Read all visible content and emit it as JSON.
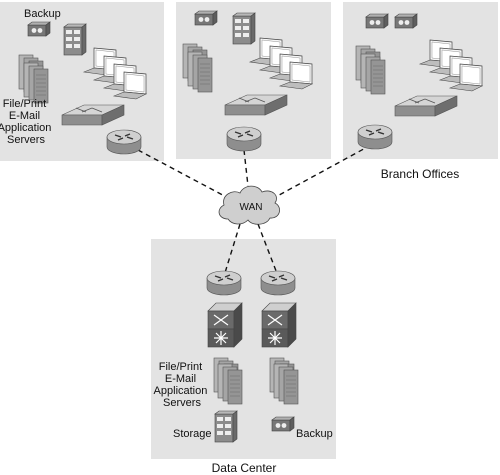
{
  "labels": {
    "branch_offices": "Branch Offices",
    "data_center": "Data Center",
    "wan": "WAN",
    "backup": "Backup",
    "storage": "Storage",
    "servers_line1": "File/Print",
    "servers_line2": "E-Mail",
    "servers_line3": "Application",
    "servers_line4": "Servers"
  },
  "colors": {
    "panel": "#e3e3e3",
    "device_light": "#d8d8d8",
    "device_mid": "#a8a8a8",
    "device_dark": "#707070",
    "link": "#111111"
  }
}
